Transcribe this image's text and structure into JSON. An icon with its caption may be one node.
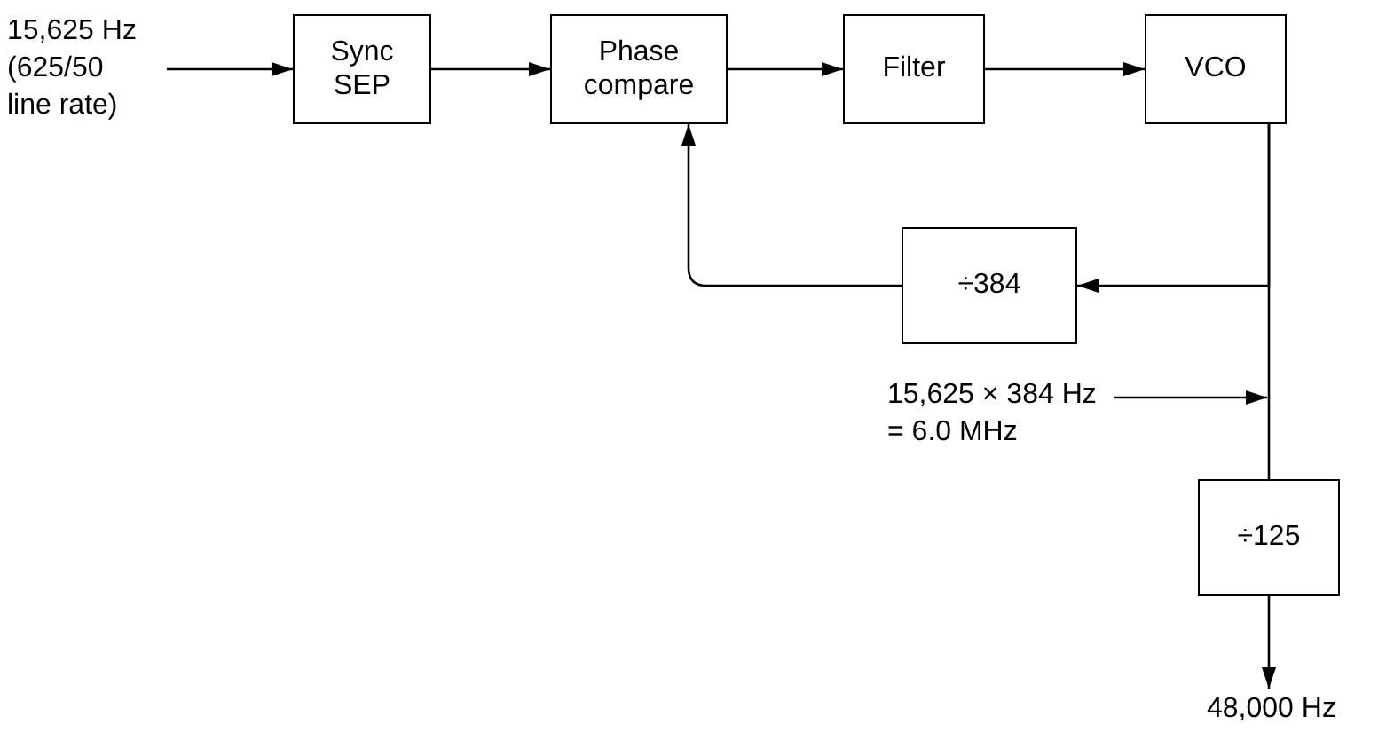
{
  "diagram": {
    "nodes": [
      {
        "text": [
          "15,625 Hz (625/50 line rate)"
        ]
      },
      {
        "text": [
          "Sync SEP"
        ]
      },
      {
        "text": [
          "Phase compare"
        ]
      },
      {
        "text": [
          "Filter"
        ]
      },
      {
        "text": [
          "VCO"
        ]
      },
      {
        "text": [
          "÷384"
        ]
      },
      {
        "text": [
          "÷125"
        ]
      },
      {
        "text": [
          "15,625 × 384 Hz = 6.0 MHz"
        ]
      },
      {
        "text": [
          "48,000 Hz"
        ]
      }
    ],
    "edges": [
      {
        "from": 0,
        "to": 1,
        "arrow": "to"
      },
      {
        "from": 1,
        "to": 2,
        "arrow": "to"
      },
      {
        "from": 2,
        "to": 3,
        "arrow": "to"
      },
      {
        "from": 3,
        "to": 4,
        "arrow": "to"
      },
      {
        "from": 4,
        "to": 5,
        "arrow": "to"
      },
      {
        "from": 5,
        "to": 2,
        "arrow": "to"
      },
      {
        "from": 4,
        "to": 6,
        "arrow": "none"
      },
      {
        "from": 6,
        "to": 8,
        "arrow": "to"
      },
      {
        "from": 7,
        "to": null,
        "arrow": "to"
      }
    ]
  }
}
